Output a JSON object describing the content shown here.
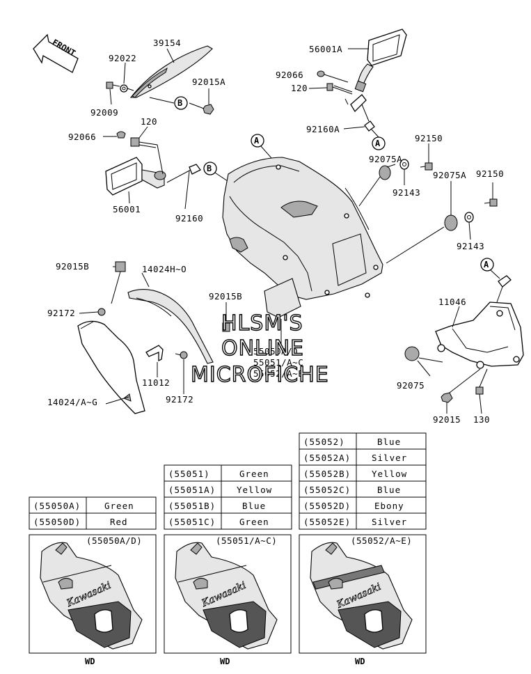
{
  "front_label": "FRONT",
  "callouts": [
    "A",
    "B"
  ],
  "labels": {
    "p39154": "39154",
    "p92022": "92022",
    "p92009": "92009",
    "p92015A": "92015A",
    "p56001A": "56001A",
    "p92066_top": "92066",
    "p120_top": "120",
    "p92160A": "92160A",
    "p92066_left": "92066",
    "p120_left": "120",
    "p56001": "56001",
    "p92160": "92160",
    "p92150_a": "92150",
    "p92075A_a": "92075A",
    "p92143_a": "92143",
    "p92150_b": "92150",
    "p92075A_b": "92075A",
    "p92143_b": "92143",
    "p92015B_left": "92015B",
    "p14024H": "14024H~O",
    "p92172_left": "92172",
    "p92015B_mid": "92015B",
    "p55050": "55050A/D",
    "p55051": "55051/A~C",
    "p55052": "55052/A~E",
    "p11012": "11012",
    "p92172_mid": "92172",
    "p14024A": "14024/A~G",
    "p11046": "11046",
    "p92075": "92075",
    "p92015": "92015",
    "p130": "130"
  },
  "watermark": [
    "HLSM'S",
    "ONLINE",
    "MICROFICHE"
  ],
  "tables": {
    "t55052": [
      [
        "(55052)",
        "Blue"
      ],
      [
        "(55052A)",
        "Silver"
      ],
      [
        "(55052B)",
        "Yellow"
      ],
      [
        "(55052C)",
        "Blue"
      ],
      [
        "(55052D)",
        "Ebony"
      ],
      [
        "(55052E)",
        "Silver"
      ]
    ],
    "t55051": [
      [
        "(55051)",
        "Green"
      ],
      [
        "(55051A)",
        "Yellow"
      ],
      [
        "(55051B)",
        "Blue"
      ],
      [
        "(55051C)",
        "Green"
      ]
    ],
    "t55050": [
      [
        "(55050A)",
        "Green"
      ],
      [
        "(55050D)",
        "Red"
      ]
    ]
  },
  "panels": [
    {
      "code": "(55050A/D)",
      "badge": "WD",
      "brand": "Kawasaki"
    },
    {
      "code": "(55051/A~C)",
      "badge": "WD",
      "brand": "Kawasaki"
    },
    {
      "code": "(55052/A~E)",
      "badge": "WD",
      "brand": "Kawasaki"
    }
  ]
}
